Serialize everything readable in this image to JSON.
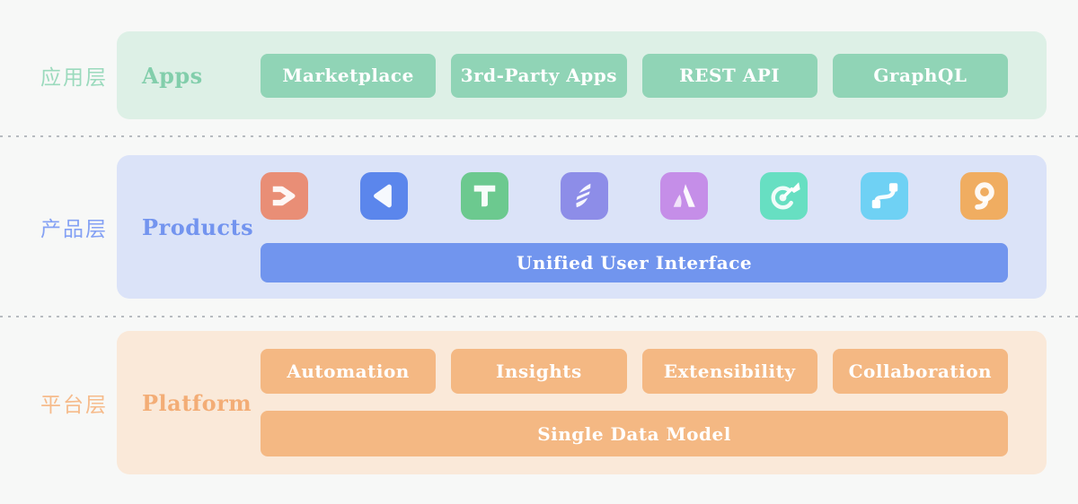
{
  "canvas": {
    "bg": "#f7f8f7",
    "divider_color": "#b7bbc0"
  },
  "layers": {
    "apps": {
      "side_label": "应用层",
      "side_color": "#9bdabd",
      "title": "Apps",
      "title_color": "#82ceab",
      "panel_bg": "#ddf0e6",
      "chip_bg": "#90d4b6",
      "chip_text_color": "#ffffff",
      "chips": [
        "Marketplace",
        "3rd-Party Apps",
        "REST API",
        "GraphQL"
      ]
    },
    "products": {
      "side_label": "产品层",
      "side_color": "#84a1f4",
      "title": "Products",
      "title_color": "#7394ef",
      "panel_bg": "#dbe3f8",
      "bar_label": "Unified User Interface",
      "bar_bg": "#7195ee",
      "icons": [
        {
          "name": "arrow-chevron-icon",
          "bg": "#e98e76"
        },
        {
          "name": "triangle-icon",
          "bg": "#5b86ec"
        },
        {
          "name": "letter-t-icon",
          "bg": "#6cc98f"
        },
        {
          "name": "feather-icon",
          "bg": "#8d8de8"
        },
        {
          "name": "letter-a-icon",
          "bg": "#c58ee8"
        },
        {
          "name": "target-arrow-icon",
          "bg": "#67dfc2"
        },
        {
          "name": "pipeline-icon",
          "bg": "#6fd1f4"
        },
        {
          "name": "letter-q-icon",
          "bg": "#f0ad61"
        }
      ]
    },
    "platform": {
      "side_label": "平台层",
      "side_color": "#f6bb8b",
      "title": "Platform",
      "title_color": "#f3ad76",
      "panel_bg": "#fae9d9",
      "chip_bg": "#f4b883",
      "chip_text_color": "#ffffff",
      "chips": [
        "Automation",
        "Insights",
        "Extensibility",
        "Collaboration"
      ],
      "bar_label": "Single Data Model",
      "bar_bg": "#f4b883"
    }
  }
}
